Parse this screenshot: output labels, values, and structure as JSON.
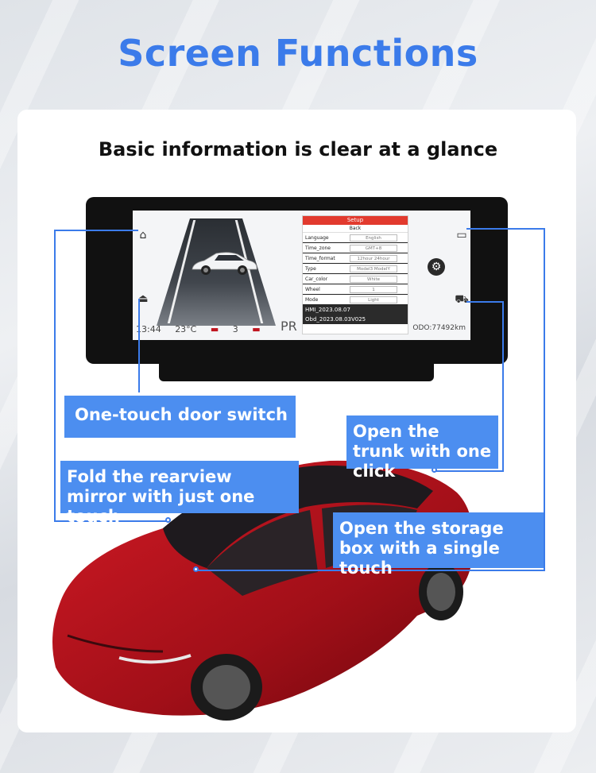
{
  "header": {
    "title": "Screen Functions"
  },
  "card": {
    "subtitle": "Basic information is clear at a glance"
  },
  "screen": {
    "time": "13:44",
    "temperature": "23°C",
    "gear_number": "3",
    "gear_letters": "PR",
    "odometer": "ODO:77492km",
    "setup": {
      "title": "Setup",
      "back": "Back",
      "rows": [
        {
          "label": "Language",
          "value": "English"
        },
        {
          "label": "Time_zone",
          "value": "GMT+8"
        },
        {
          "label": "Time_format",
          "value": "12hour  24hour"
        },
        {
          "label": "Type",
          "value": "Model3  ModelY"
        },
        {
          "label": "Car_color",
          "value": "White"
        },
        {
          "label": "Wheel",
          "value": "1"
        },
        {
          "label": "Mode",
          "value": "Light"
        }
      ],
      "hmi": "HMI_2023.08.07",
      "obd": "Obd_2023.08.03V025"
    },
    "icons": [
      "door-icon",
      "home-icon",
      "trunk-icon",
      "storage-box-icon",
      "gear-icon"
    ]
  },
  "callouts": {
    "door": "One-touch door switch",
    "trunk": "Open the trunk with one click",
    "mirror": "Fold the rearview mirror with just one touch",
    "storage": "Open the storage box with a single touch"
  },
  "colors": {
    "accent": "#3b7bea",
    "callout_bg": "#4c8ef0",
    "car": "#b3121c"
  }
}
